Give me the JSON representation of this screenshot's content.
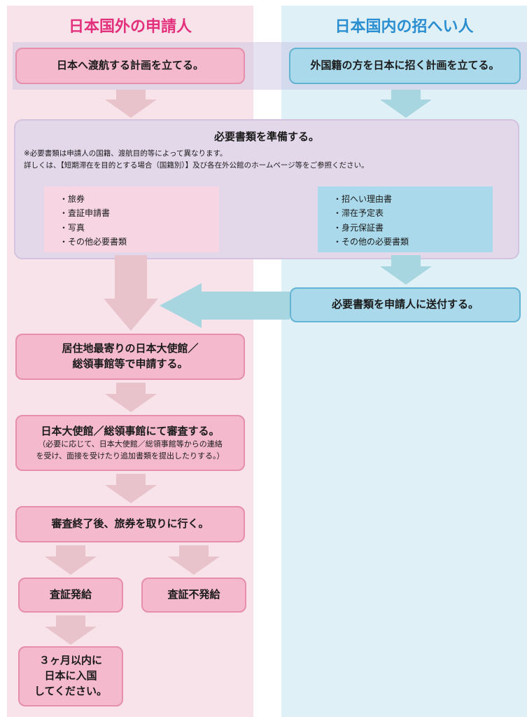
{
  "columns": {
    "left_title": "日本国外の申請人",
    "right_title": "日本国内の招へい人"
  },
  "steps": {
    "plan_left": "日本へ渡航する計画を立てる。",
    "plan_right": "外国籍の方を日本に招く計画を立てる。",
    "prepare_title": "必要書類を準備する。",
    "prepare_note1": "※必要書類は申請人の国籍、渡航目的等によって異なります。",
    "prepare_note2": "詳しくは、【短期滞在を目的とする場合（国籍別）】及び各在外公館のホームページ等をご参照ください。",
    "left_docs": [
      "・旅券",
      "・査証申請書",
      "・写真",
      "・その他必要書類"
    ],
    "right_docs": [
      "・招へい理由書",
      "・滞在予定表",
      "・身元保証書",
      "・その他の必要書類"
    ],
    "send": "必要書類を申請人に送付する。",
    "apply_line1": "居住地最寄りの日本大使館／",
    "apply_line2": "総領事館等で申請する。",
    "review_title": "日本大使館／総領事館にて審査する。",
    "review_note1": "（必要に応じて、日本大使館／総領事館等からの連絡",
    "review_note2": "を受け、面接を受けたり追加書類を提出したりする。）",
    "pickup": "審査終了後、旅券を取りに行く。",
    "issued": "査証発給",
    "not_issued": "査証不発給",
    "enter_line1": "３ヶ月以内に",
    "enter_line2": "日本に入国",
    "enter_line3": "してください。"
  },
  "colors": {
    "left_title": "#e3307c",
    "right_title": "#2a8ed0",
    "pink_arrow": "#e9c3cc",
    "blue_arrow": "#a7d5e0"
  }
}
